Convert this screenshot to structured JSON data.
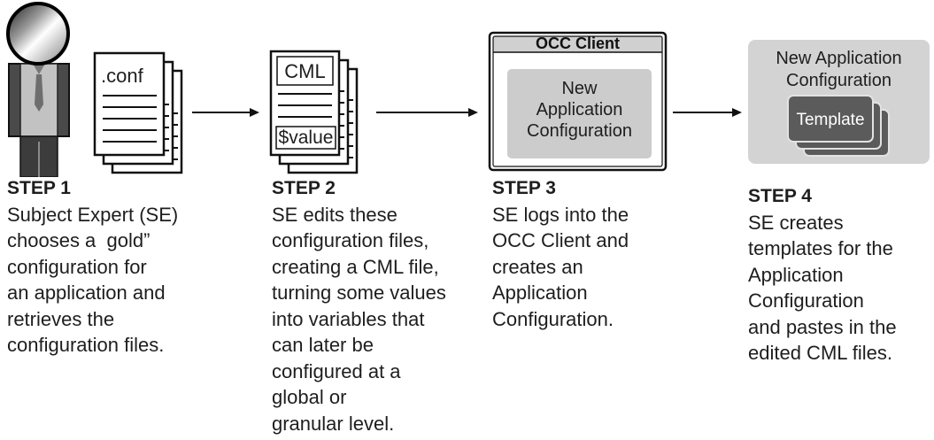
{
  "colors": {
    "panel_gray": "#d3d3d3",
    "inner_panel_gray": "#cccccc",
    "title_bar": "#d0d0d0",
    "template_card": "#5b5b5b"
  },
  "step1_graphic": {
    "file_label": ".conf"
  },
  "step2_graphic": {
    "file_label": "CML",
    "variable_label": "$value"
  },
  "step3_graphic": {
    "window_title": "OCC Client",
    "panel_lines": [
      "New",
      "Application",
      "Configuration"
    ]
  },
  "step4_graphic": {
    "panel_lines": [
      "New Application",
      "Configuration"
    ],
    "card_label": "Template"
  },
  "steps": [
    {
      "title": "STEP 1",
      "lines": [
        "Subject Expert (SE)",
        "chooses a  gold”",
        "configuration for",
        "an application and",
        "retrieves the",
        "configuration files."
      ]
    },
    {
      "title": "STEP 2",
      "lines": [
        "SE edits these",
        "configuration files,",
        "creating a CML file,",
        "turning some values",
        "into variables that",
        "can later be",
        "configured at a",
        "global or",
        "granular level."
      ]
    },
    {
      "title": "STEP 3",
      "lines": [
        "SE logs into the",
        "OCC Client and",
        "creates an",
        "Application",
        "Configuration."
      ]
    },
    {
      "title": "STEP 4",
      "lines": [
        "SE creates",
        "templates for the",
        "Application",
        "Configuration",
        "and pastes in the",
        "edited CML files."
      ]
    }
  ]
}
